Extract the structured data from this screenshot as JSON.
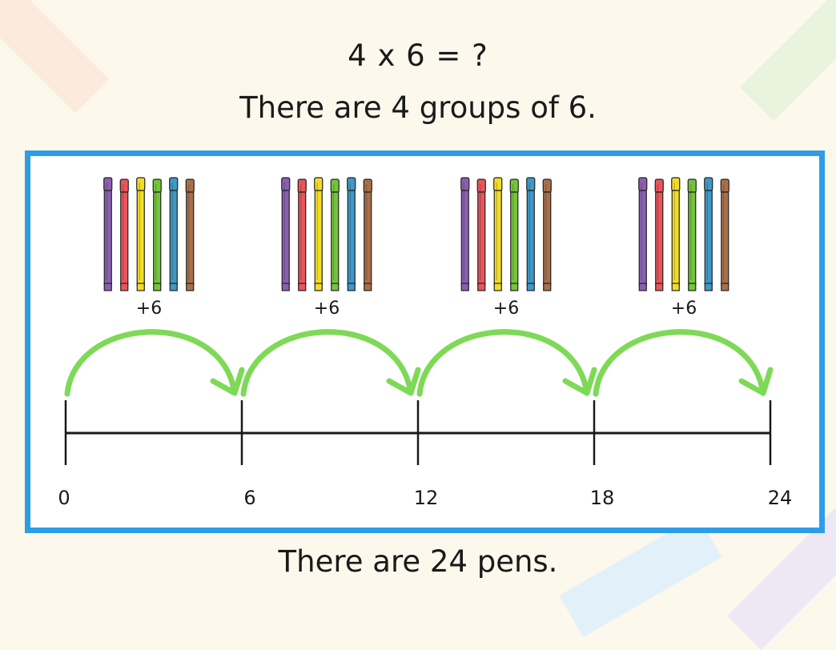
{
  "equation": "4 x 6 = ?",
  "groups_statement": "There are 4 groups of 6.",
  "conclusion": "There are 24 pens.",
  "number_line": {
    "ticks": [
      0,
      6,
      12,
      18,
      24
    ],
    "tick_labels": [
      "0",
      "6",
      "12",
      "18",
      "24"
    ],
    "jump_labels": [
      "+6",
      "+6",
      "+6",
      "+6"
    ]
  },
  "groups": 4,
  "pens_per_group": 6,
  "pen_colors": [
    "#8a5fb0",
    "#e8555c",
    "#f1dc2a",
    "#74c43c",
    "#3f98c8",
    "#a8704a"
  ],
  "colors": {
    "frame": "#2e9de8",
    "arrow": "#7ed957",
    "background": "#fdf8ec"
  }
}
